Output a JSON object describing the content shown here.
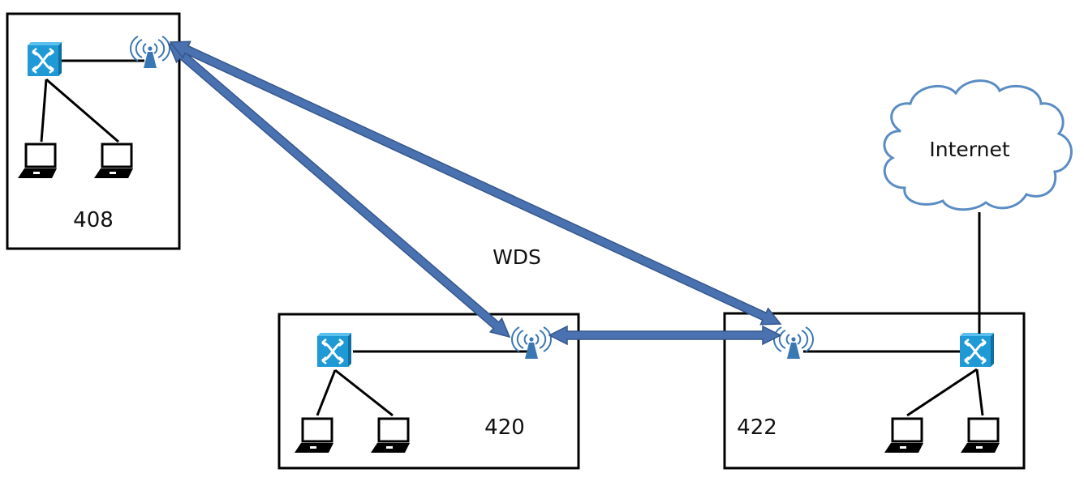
{
  "diagram": {
    "title_label": "WDS",
    "internet_label": "Internet",
    "colors": {
      "arrow": "#4a72b0",
      "arrow_edge": "#36578c",
      "switch": "#1f9ad6",
      "antenna": "#3a78b4",
      "cloud_stroke": "#5b8cc4",
      "box_stroke": "#000000"
    },
    "networks": [
      {
        "id": "408",
        "label": "408",
        "devices": [
          "switch",
          "access-point",
          "laptop",
          "laptop"
        ]
      },
      {
        "id": "420",
        "label": "420",
        "devices": [
          "switch",
          "access-point",
          "laptop",
          "laptop"
        ]
      },
      {
        "id": "422",
        "label": "422",
        "devices": [
          "switch",
          "access-point",
          "laptop",
          "laptop"
        ],
        "uplink": "Internet"
      }
    ],
    "links": [
      {
        "from": "408",
        "to": "420",
        "type": "WDS wireless",
        "direction": "bidirectional"
      },
      {
        "from": "408",
        "to": "422",
        "type": "WDS wireless",
        "direction": "bidirectional"
      },
      {
        "from": "420",
        "to": "422",
        "type": "WDS wireless",
        "direction": "bidirectional"
      }
    ]
  }
}
